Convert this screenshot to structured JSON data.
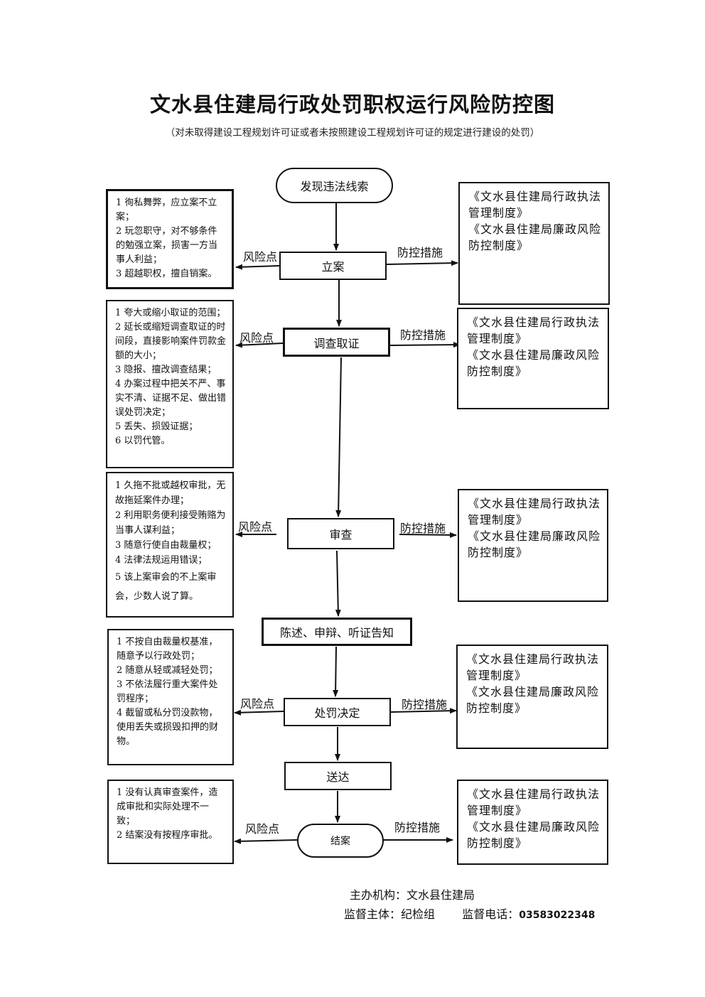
{
  "title": "文水县住建局行政处罚职权运行风险防控图",
  "subtitle": "（对未取得建设工程规划许可证或者未按照建设工程规划许可证的规定进行建设的处罚）",
  "labels": {
    "risk": "风险点",
    "control": "防控措施"
  },
  "flow": {
    "start": "发现违法线索",
    "step1": "立案",
    "step2": "调查取证",
    "step3": "审查",
    "step4": "陈述、申辩、听证告知",
    "step5": "处罚决定",
    "step6": "送达",
    "end": "结案"
  },
  "risks": {
    "r1": [
      "1 徇私舞弊，应立案不立案；",
      "2 玩忽职守，对不够条件的勉强立案，损害一方当事人利益；",
      "3 超越职权，擅自销案。"
    ],
    "r2": [
      "1 夸大或缩小取证的范围；",
      "2 延长或缩短调查取证的时间段，直接影响案件罚款金额的大小；",
      "3 隐报、擅改调查结果；",
      "4 办案过程中把关不严、事实不清、证据不足、做出错误处罚决定；",
      "5 丢失、损毁证据；",
      "6 以罚代管。"
    ],
    "r3": [
      "1 久拖不批或越权审批，无故拖延案件办理；",
      "2 利用职务便利接受贿赂为当事人谋利益；",
      "3 随意行使自由裁量权；",
      "4 法律法规运用错误；",
      "5 该上案审会的不上案审会，少数人说了算。"
    ],
    "r5": [
      "1 不按自由裁量权基准，随意予以行政处罚；",
      "2 随意从轻或减轻处罚；",
      "3 不依法履行重大案件处罚程序；",
      "4 截留或私分罚没款物，使用丢失或损毁扣押的财物。"
    ],
    "r7": [
      "1 没有认真审查案件，造成审批和实际处理不一致；",
      "2 结案没有按程序审批。"
    ]
  },
  "controls": {
    "line1": "《文水县住建局行政执法管理制度》",
    "line2": "《文水县住建局廉政风险防控制度》"
  },
  "footer": {
    "org": "主办机构：文水县住建局",
    "supervisor": "监督主体：纪检组",
    "phone_label": "监督电话：",
    "phone": "03583022348"
  }
}
